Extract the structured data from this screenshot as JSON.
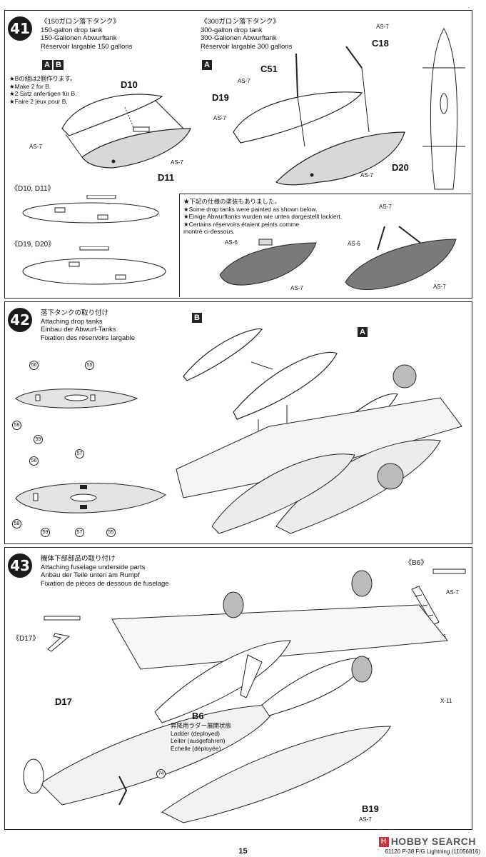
{
  "step41": {
    "number": "41",
    "tank150": {
      "jp": "《150ガロン落下タンク》",
      "en": "150-gallon drop tank",
      "de": "150-Gallonen Abwurftank",
      "fr": "Réservoir largable 150 gallons",
      "badges": [
        "A",
        "B"
      ],
      "note_jp": "★Bの組は2個作ります。",
      "note_en": "★Make 2 for B.",
      "note_de": "★2 Satz anfertigen für B.",
      "note_fr": "★Faire 2 jeux pour B.",
      "parts": [
        "D10",
        "D11"
      ],
      "paint": [
        "AS-7",
        "AS-7"
      ],
      "section1": "《D10, D11》",
      "section2": "《D19, D20》"
    },
    "tank300": {
      "jp": "《300ガロン落下タンク》",
      "en": "300-gallon drop tank",
      "de": "300-Gallonen Abwurftank",
      "fr": "Réservoir largable 300 gallons",
      "badge": "A",
      "parts": [
        "C51",
        "C18",
        "D19",
        "D20"
      ],
      "paint": [
        "AS-7",
        "AS-7",
        "AS-7",
        "AS-7"
      ]
    },
    "special": {
      "jp": "★下記の仕様の塗装もありました。",
      "en": "★Some drop tanks were painted as shown below.",
      "de": "★Einige Abwurftanks wurden wie unten dargestellt lackiert.",
      "fr1": "★Certains réservoirs étaient peints comme",
      "fr2": "montré ci-dessous.",
      "paint": [
        "AS-6",
        "AS-7",
        "AS-6",
        "AS-7",
        "AS-7"
      ]
    }
  },
  "step42": {
    "number": "42",
    "jp": "落下タンクの取り付け",
    "en": "Attaching drop tanks",
    "de": "Einbau der Abwurf-Tanks",
    "fr": "Fixation des réservoirs largable",
    "badges": [
      "B",
      "A"
    ],
    "callouts": [
      "56",
      "55",
      "58",
      "59",
      "56",
      "57",
      "58",
      "59",
      "57",
      "55"
    ]
  },
  "step43": {
    "number": "43",
    "jp": "機体下部部品の取り付け",
    "en": "Attaching fuselage underside parts",
    "de": "Anbau der Teile unten am Rumpf",
    "fr": "Fixation de pièces de dessous de fuselage",
    "b6_title": "《B6》",
    "d17_title": "《D17》",
    "parts": [
      "D17",
      "B6",
      "X-11",
      "B19"
    ],
    "ladder_jp": "昇降用ラダー展開状態",
    "ladder_en": "Ladder (deployed)",
    "ladder_de": "Leiter (ausgefahren)",
    "ladder_fr": "Échelle (déployée)",
    "paint": [
      "AS-7",
      "AS-6",
      "AS-7"
    ],
    "callout": "74"
  },
  "footer": {
    "page": "15",
    "code": "61120  P-38 F/G Lightning (11056816)",
    "watermark": "HOBBY SEARCH"
  }
}
